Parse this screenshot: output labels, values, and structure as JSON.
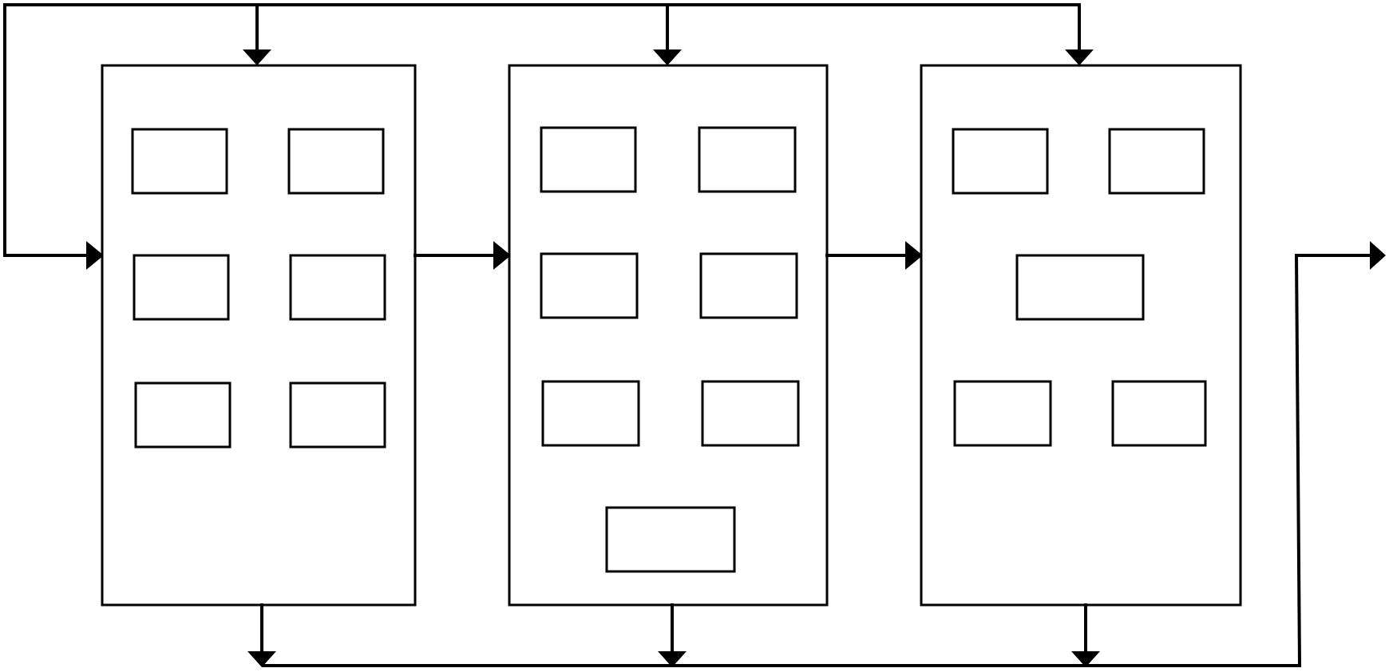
{
  "diagram": {
    "stroke_color": "#000000",
    "background_color": "#ffffff",
    "blocks": [
      {
        "id": "block-1",
        "components": 6
      },
      {
        "id": "block-2",
        "components": 7
      },
      {
        "id": "block-3",
        "components": 5
      }
    ]
  }
}
